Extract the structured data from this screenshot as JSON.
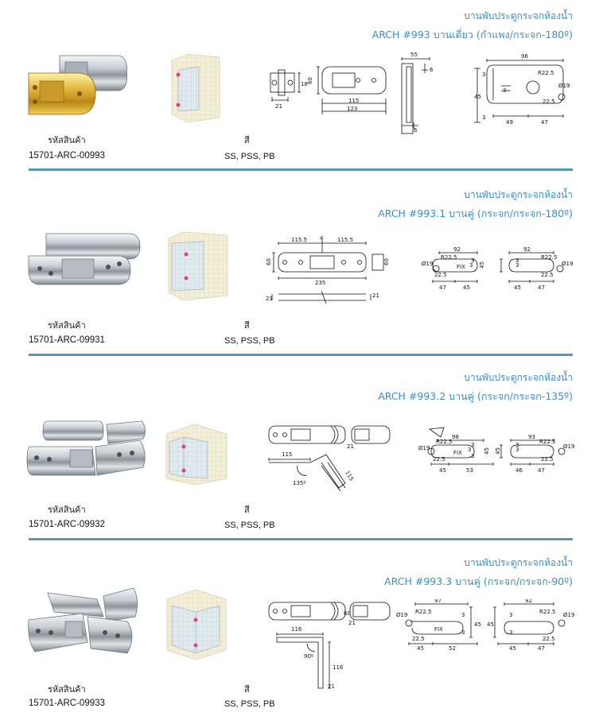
{
  "labels": {
    "code_label": "รหัสสินค้า",
    "color_label": "สี"
  },
  "products": [
    {
      "heading": "บานพับประตูกระจกห้องน้ำ",
      "model": "ARCH #993 บานเดี่ยว (กำแพง/กระจก-180º)",
      "code": "15701-ARC-00993",
      "finish": "SS, PSS, PB"
    },
    {
      "heading": "บานพับประตูกระจกห้องน้ำ",
      "model": "ARCH #993.1 บานคู่ (กระจก/กระจก-180º)",
      "code": "15701-ARC-09931",
      "finish": "SS, PSS, PB"
    },
    {
      "heading": "บานพับประตูกระจกห้องน้ำ",
      "model": "ARCH #993.2 บานคู่ (กระจก/กระจก-135º)",
      "code": "15701-ARC-09932",
      "finish": "SS, PSS, PB"
    },
    {
      "heading": "บานพับประตูกระจกห้องน้ำ",
      "model": "ARCH #993.3 บานคู่ (กระจก/กระจก-90º)",
      "code": "15701-ARC-09933",
      "finish": "SS, PSS, PB"
    }
  ],
  "dims": {
    "p1": {
      "a": "21",
      "b": "18",
      "c": "60",
      "d": "115",
      "e": "123",
      "f": "55",
      "g": "6",
      "h": "6",
      "i": "96",
      "j": "R22.5",
      "k": "Ø19",
      "l": "3",
      "m": "45",
      "n": "3",
      "o": "22.5",
      "p": "49",
      "q": "47",
      "r": "3"
    },
    "p2": {
      "a": "115.5",
      "b": "4",
      "c": "115.5",
      "d": "60",
      "e": "235",
      "f": "60",
      "g": "21",
      "h": "21",
      "i": "92",
      "j": "R22.5",
      "k": "Ø19",
      "l": "FIX",
      "m": "3",
      "n": "45",
      "o": "47",
      "p": "45",
      "q": "92",
      "r": "R22.5",
      "s": "Ø19",
      "t": "3",
      "u": "45",
      "v": "47",
      "w": "22.5",
      "x": "22.5",
      "y": "3",
      "z": "3"
    },
    "p3": {
      "a": "115",
      "b": "21",
      "c": "115",
      "d": "135º",
      "e": "98",
      "f": "R22.5",
      "g": "Ø19",
      "h": "FIX",
      "i": "3",
      "j": "45",
      "k": "53",
      "l": "93",
      "m": "R22.5",
      "n": "Ø19",
      "o": "3",
      "p": "46",
      "q": "47",
      "r": "3",
      "s": "3",
      "t": "22.5",
      "u": "22.5",
      "v": "45",
      "w": "45",
      "x": "3"
    },
    "p4": {
      "a": "60",
      "b": "21",
      "c": "116",
      "d": "90º",
      "e": "116",
      "f": "21",
      "g": "97",
      "h": "R22.5",
      "i": "Ø19",
      "j": "FIX",
      "k": "45",
      "l": "22.5",
      "m": "45",
      "n": "52",
      "o": "92",
      "p": "R22.5",
      "q": "Ø19",
      "r": "45",
      "s": "22.5",
      "t": "45",
      "u": "47",
      "v": "3",
      "w": "3",
      "x": "3",
      "y": "3"
    }
  }
}
